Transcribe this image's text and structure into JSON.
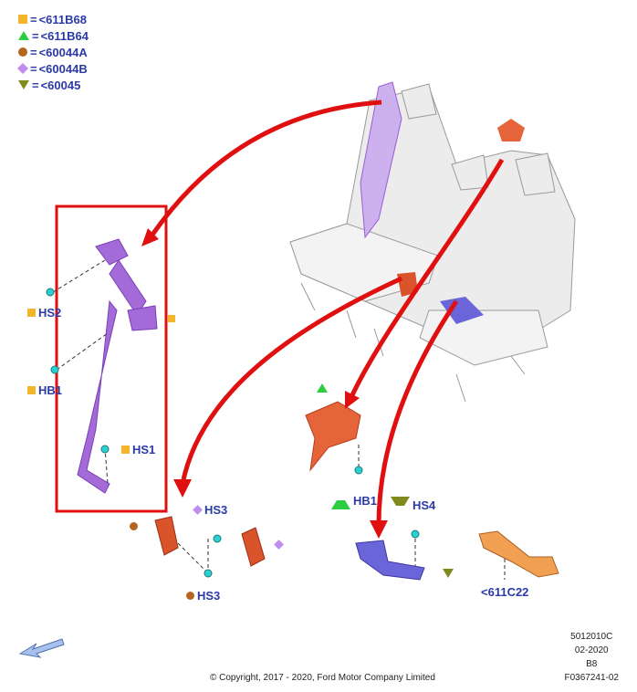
{
  "legend": [
    {
      "symbol": "square",
      "color": "#f5b52a",
      "code": "<611B68"
    },
    {
      "symbol": "triangle",
      "color": "#2ecc40",
      "code": "<611B64"
    },
    {
      "symbol": "circle",
      "color": "#b5651d",
      "code": "<60044A"
    },
    {
      "symbol": "diamond",
      "color": "#c08cf0",
      "code": "<60044B"
    },
    {
      "symbol": "triangle-down",
      "color": "#7f8a1c",
      "code": "<60045"
    }
  ],
  "equals": "=",
  "callouts": {
    "hs2": "HS2",
    "hb1_left": "HB1",
    "hs1": "HS1",
    "hs3_diamond": "HS3",
    "hs3_circle": "HS3",
    "hb1_center": "HB1",
    "hs4": "HS4",
    "part_611c22": "<611C22"
  },
  "meta": {
    "code": "5012010C",
    "date": "02-2020",
    "rev": "B8",
    "figure": "F0367241-02"
  },
  "copyright": "© Copyright, 2017 - 2020, Ford Motor Company Limited",
  "colors": {
    "arrow": "#e01010",
    "belt_purple": "#9b5fd0",
    "retractor_orange": "#d9532b",
    "buckle_blue": "#5a55c8",
    "seat": "#e6e6e6"
  }
}
